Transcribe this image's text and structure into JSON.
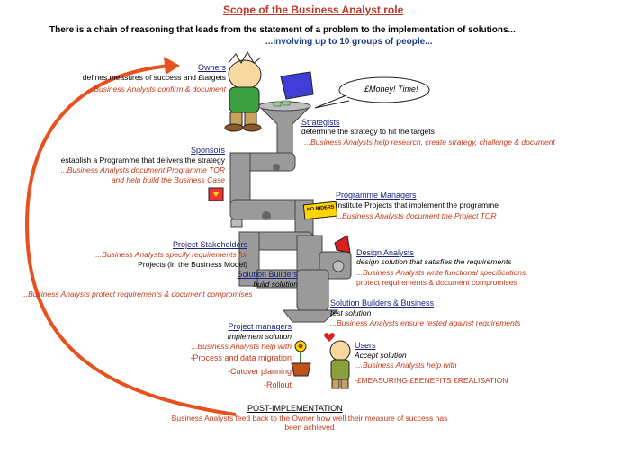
{
  "title": "Scope of the Business Analyst role",
  "intro": {
    "line1": "There is a chain of reasoning that leads from the statement of a problem to the implementation of solutions...",
    "line2": "...involving up to 10 groups of people..."
  },
  "speech_bubble": "£Money! Time!",
  "sign_label": "NO RIDERS",
  "roles": {
    "owners": {
      "name": "Owners",
      "desc": "defines measures of success and £targets",
      "ba": "...Business Analysts confirm & document"
    },
    "strategists": {
      "name": "Strategists",
      "desc": "determine the strategy to hit the targets",
      "ba": "...Business Analysts help research, create strategy, challenge & document"
    },
    "sponsors": {
      "name": "Sponsors",
      "desc": "establish a Programme that delivers the strategy",
      "ba1": "...Business Analysts document Programme TOR",
      "ba2": "and help build the Business Case"
    },
    "programme_managers": {
      "name": "Programme Managers",
      "desc": "Institute Projects that implement the programme",
      "ba": "...Business Analysts document the Project TOR"
    },
    "project_stakeholders": {
      "name": "Project Stakeholders",
      "ba1": "...Business Analysts specify requirements for",
      "ba2": "Projects (in the Business Model)"
    },
    "design_analysts": {
      "name": "Design Analysts",
      "desc": "design solution that satisfies the requirements",
      "ba1": "...Business Analysts write functional specifications,",
      "ba2": "protect requirements & document compromises"
    },
    "solution_builders": {
      "name": "Solution Builders",
      "desc": "build solution",
      "ba": "...Business Analysts protect requirements & document compromises"
    },
    "solution_builders_business": {
      "name": "Solution Builders & Business",
      "desc": "test solution",
      "ba": "...Business Analysts ensure tested against requirements"
    },
    "project_managers": {
      "name": "Project managers",
      "desc": "Implement solution",
      "ba": "...Business Analysts help with",
      "items": [
        "-Process and data migration",
        "-Cutover planning",
        "-Rollout"
      ]
    },
    "users": {
      "name": "Users",
      "desc": "Accept solution",
      "ba": "...Business Analysts help with",
      "items": "-£MEASURING £BENEFITS £REALISATION"
    }
  },
  "post_implementation": {
    "title": "POST-IMPLEMENTATION",
    "desc": "Business Analysts feed back to the Owner how well their measure of success has been achieved"
  },
  "colors": {
    "title": "#c0392b",
    "role_link": "#1a237e",
    "ba_text": "#c0391a",
    "arrow": "#e8501e",
    "machine": "#9a9a9a",
    "owner_shirt": "#3aa040",
    "bucket": "#3f3fd8"
  }
}
